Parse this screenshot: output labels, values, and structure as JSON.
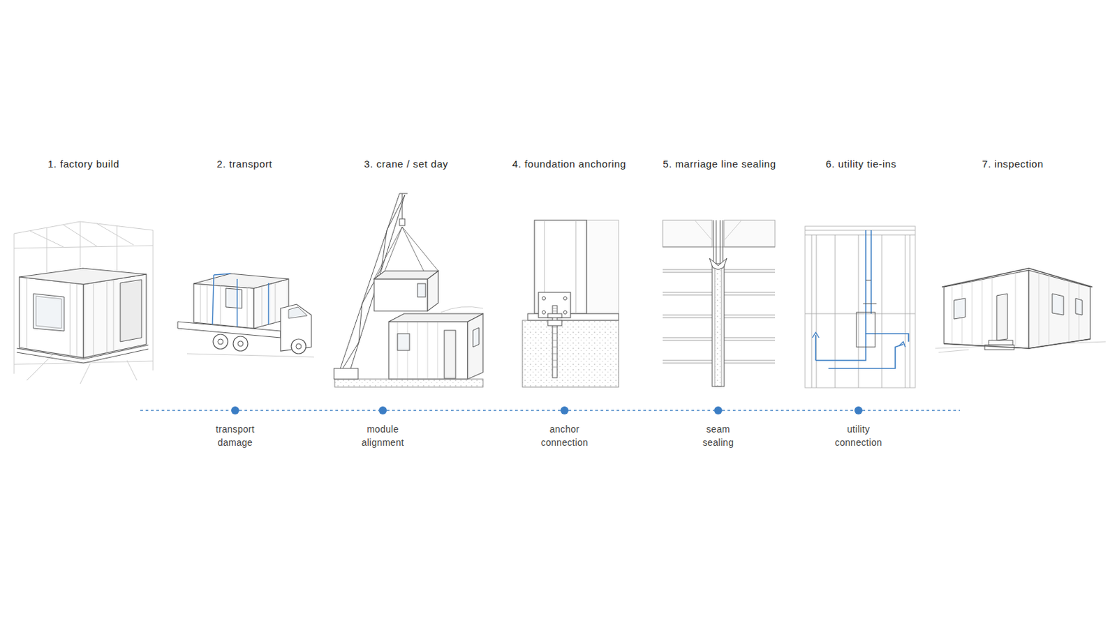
{
  "diagram": {
    "nodes": [
      {
        "text": [
          "transport damage"
        ]
      },
      {
        "text": [
          "module alignment"
        ]
      },
      {
        "text": [
          "anchor connection"
        ]
      },
      {
        "text": [
          "seam sealing"
        ]
      },
      {
        "text": [
          "utility connection"
        ]
      }
    ],
    "edges": [
      {
        "from": 0,
        "to": 1,
        "arrow": "none"
      },
      {
        "from": 1,
        "to": 2,
        "arrow": "none"
      },
      {
        "from": 2,
        "to": 3,
        "arrow": "none"
      },
      {
        "from": 3,
        "to": 4,
        "arrow": "none"
      }
    ],
    "labels": [
      "1. factory build",
      "2. transport",
      "3. crane / set day",
      "4. foundation anchoring",
      "5. marriage line sealing",
      "6. utility tie-ins",
      "7. inspection"
    ]
  }
}
